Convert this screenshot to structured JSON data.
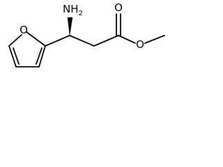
{
  "molecule": {
    "atoms": {
      "amine": {
        "symbol": "NH",
        "subscript": "2"
      },
      "carbonyl_oxygen": {
        "symbol": "O"
      },
      "ester_oxygen": {
        "symbol": "O"
      },
      "furan_oxygen": {
        "symbol": "O"
      }
    },
    "colors": {
      "bond": "#000000",
      "label": "#000000",
      "background": "#ffffff"
    }
  }
}
